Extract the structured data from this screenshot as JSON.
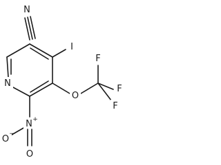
{
  "molecule": {
    "atoms": {
      "n_top": "N",
      "i": "I",
      "n_ring": "N",
      "o_ether": "O",
      "f1": "F",
      "f2": "F",
      "f3": "F",
      "n_nitro": "N",
      "n_nitro_charge": "+",
      "o_nitro_left": "O",
      "o_nitro_left_charge": "−",
      "o_nitro_bottom": "O"
    }
  }
}
